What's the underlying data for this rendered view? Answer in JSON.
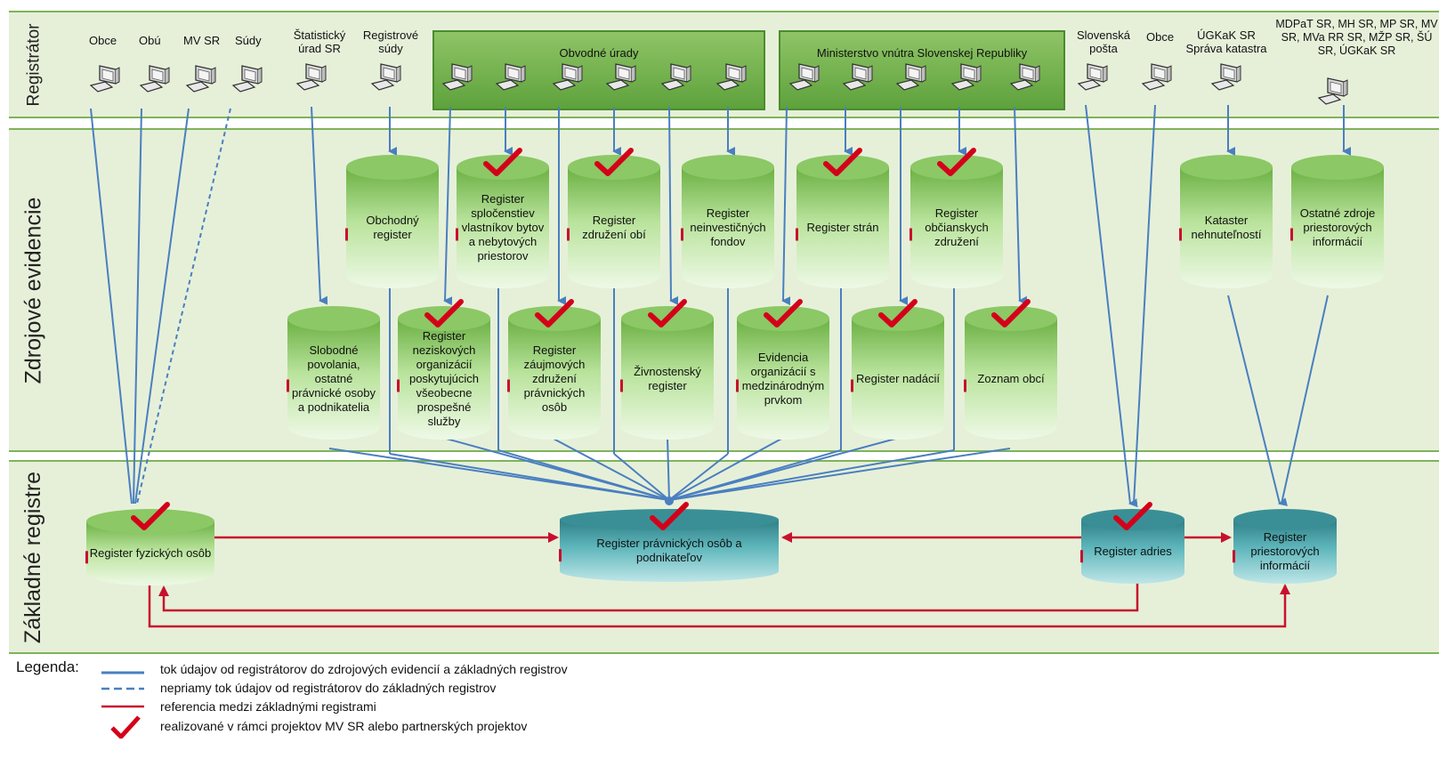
{
  "bands": {
    "registrator": "Registrátor",
    "sources": "Zdrojové evidencie",
    "base": "Základné registre"
  },
  "registrators": {
    "obce": "Obce",
    "obu": "Obú",
    "mvsr": "MV SR",
    "sudy": "Súdy",
    "statisticky": "Štatistický úrad SR",
    "registrove_sudy": "Registrové súdy",
    "obvodne_urady": "Obvodné úrady",
    "ministerstvo": "Ministerstvo vnútra Slovenskej Republiky",
    "posta": "Slovenská pošta",
    "obce2": "Obce",
    "ugkk": "ÚGKaK SR Správa katastra",
    "mdpat": "MDPaT SR, MH SR, MP SR, MV SR, MVa RR SR, MŽP SR, ŠÚ SR, ÚGKaK SR"
  },
  "source_registers": {
    "obchodny": "Obchodný register",
    "splocenstiev": "Register spločenstiev vlastníkov bytov a nebytových priestorov",
    "zdruzeni_obi": "Register združení obí",
    "neinvesticnych": "Register neinvestičných fondov",
    "stran": "Register strán",
    "obcianskych": "Register občianskych združení",
    "kataster": "Kataster nehnuteľností",
    "ostatne": "Ostatné zdroje priestorových informácií",
    "slobodne": "Slobodné povolania, ostatné právnické osoby a podnikatelia",
    "neziskovych": "Register neziskových organizácií poskytujúcich všeobecne prospešné služby",
    "zaujmovych": "Register záujmových združení právnických osôb",
    "zivnostensky": "Živnostenský register",
    "evidencia": "Evidencia organizácií s medzinárodným prvkom",
    "nadacii": "Register nadácií",
    "zoznam_obci": "Zoznam obcí"
  },
  "base_registers": {
    "fyzickych": "Register fyzických osôb",
    "pravnickych": "Register právnických osôb a podnikateľov",
    "adries": "Register adries",
    "priestorovych": "Register priestorových informácií"
  },
  "legend": {
    "title": "Legenda:",
    "flow": "tok údajov od registrátorov do zdrojových evidencií a základných registrov",
    "indirect": "nepriamy tok údajov od registrátorov do základných registrov",
    "reference": "referencia medzi základnými registrami",
    "realized": "realizované v rámci projektov MV SR alebo partnerských projektov"
  },
  "colors": {
    "band": "#e6f0d9",
    "flow": "#4a7fc0",
    "reference": "#c8102e",
    "check": "#d4001a",
    "source_cylinder": "#8cc865",
    "base_cylinder": "#3f9aa0"
  },
  "icons": [
    "computer-terminal-icon",
    "checkmark-icon"
  ]
}
